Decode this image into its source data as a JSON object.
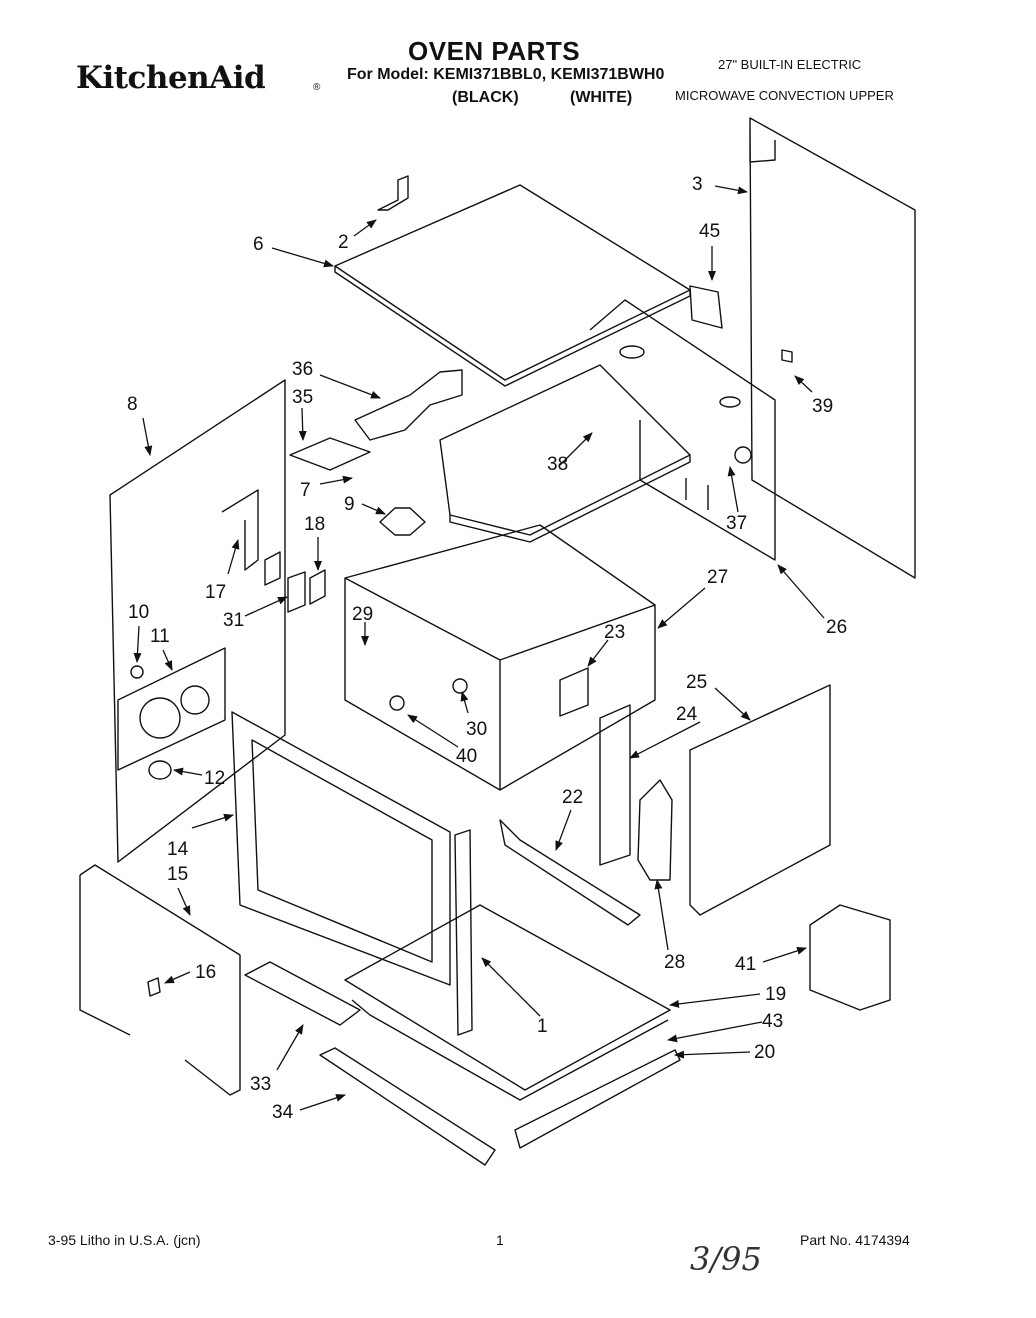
{
  "header": {
    "brand": "KitchenAid",
    "brand_mark": "®",
    "title": "OVEN PARTS",
    "model_line": "For Model: KEMI371BBL0, KEMI371BWH0",
    "color_black": "(BLACK)",
    "color_white": "(WHITE)",
    "product_line1": "27\" BUILT-IN ELECTRIC",
    "product_line2": "MICROWAVE CONVECTION UPPER"
  },
  "callouts": [
    "1",
    "2",
    "3",
    "6",
    "7",
    "8",
    "9",
    "10",
    "11",
    "12",
    "14",
    "15",
    "16",
    "17",
    "18",
    "19",
    "20",
    "22",
    "23",
    "24",
    "25",
    "26",
    "27",
    "28",
    "29",
    "30",
    "31",
    "33",
    "34",
    "35",
    "36",
    "37",
    "38",
    "39",
    "40",
    "41",
    "43",
    "45"
  ],
  "footer": {
    "print_info": "3-95  Litho in U.S.A. (jcn)",
    "page_number": "1",
    "part_number": "Part No. 4174394",
    "handwritten_note": "3/95"
  }
}
